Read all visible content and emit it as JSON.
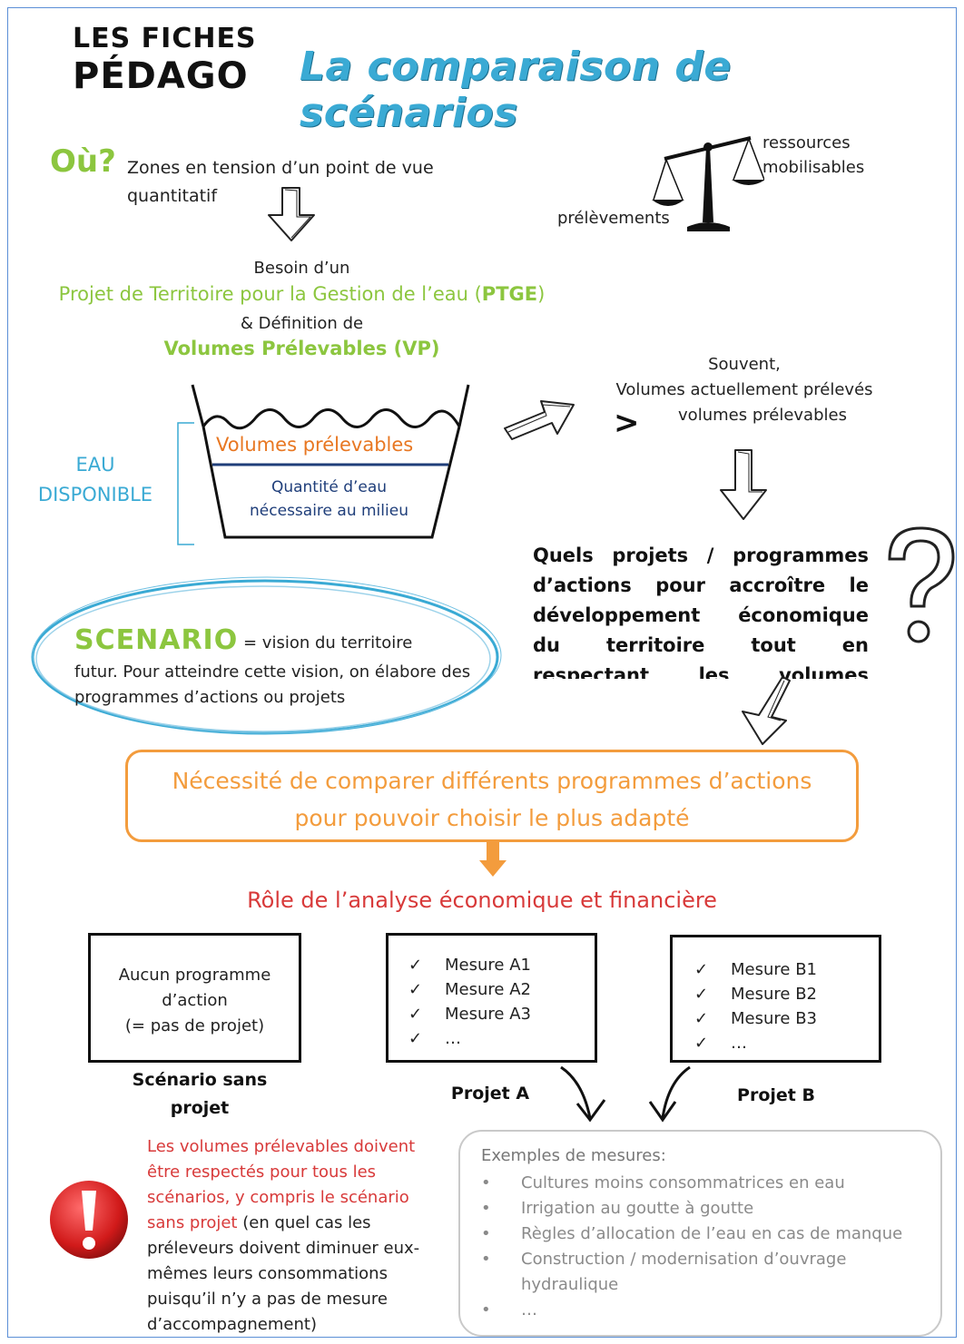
{
  "header": {
    "brand_line1": "LES FICHES",
    "brand_line2": "PÉDAGO",
    "title": "La comparaison de scénarios"
  },
  "where": {
    "question": "Où?",
    "text": "Zones en tension d’un point de vue quantitatif"
  },
  "balance": {
    "label_left": "prélèvements",
    "label_right_1": "ressources",
    "label_right_2": "mobilisables"
  },
  "need": {
    "line1": "Besoin d’un",
    "ptge": "Projet de Territoire pour la Gestion de l’eau (",
    "ptge_abbr": "PTGE",
    "ptge_close": ")",
    "line3": "& Définition de",
    "vp": "Volumes Prélevables (",
    "vp_abbr": "VP",
    "vp_close": ")"
  },
  "basin": {
    "eau_line1": "EAU",
    "eau_line2": "DISPONIBLE",
    "volumes": "Volumes prélevables",
    "quantite_line1": "Quantité d’eau",
    "quantite_line2": "nécessaire au milieu"
  },
  "often": {
    "line1": "Souvent,",
    "line2": "Volumes actuellement prélevés",
    "gt": ">",
    "line3": "volumes prélevables"
  },
  "question_block": {
    "text": "Quels projets / programmes d’actions pour accroître le développement économique du territoire tout en respectant les volumes prélevables"
  },
  "scenario": {
    "title": "SCENARIO",
    "eq": "= vision du territoire",
    "body": "futur. Pour atteindre cette vision, on élabore des programmes d’actions ou projets"
  },
  "necessity": {
    "line1": "Nécessité de comparer différents programmes d’actions",
    "line2": "pour pouvoir choisir le plus adapté"
  },
  "role": "Rôle de l’analyse économique et financière",
  "scenarios": {
    "none_text_1": "Aucun programme",
    "none_text_2": "d’action",
    "none_text_3": "(= pas de projet)",
    "none_caption_1": "Scénario sans",
    "none_caption_2": "projet",
    "a_items": [
      "Mesure A1",
      "Mesure A2",
      "Mesure A3",
      "…"
    ],
    "a_caption": "Projet A",
    "b_items": [
      "Mesure B1",
      "Mesure B2",
      "Mesure B3",
      "…"
    ],
    "b_caption": "Projet B",
    "check": "✓"
  },
  "warning": {
    "red": "Les volumes prélevables doivent être respectés pour tous les scénarios, y compris le scénario sans projet",
    "rest": " (en quel cas les préleveurs doivent diminuer eux-mêmes leurs consommations puisqu’il n’y a pas de mesure d’accompagnement)"
  },
  "examples": {
    "title": "Exemples de mesures:",
    "bullet": "•",
    "items": [
      "Cultures moins consommatrices en eau",
      "Irrigation au goutte à goutte",
      "Règles d’allocation de l’eau en cas de manque",
      "Construction / modernisation d’ouvrage hydraulique",
      "…"
    ]
  },
  "colors": {
    "green": "#8cc63f",
    "blue": "#3aaad4",
    "orange": "#f39c3d",
    "red": "#d83a3a",
    "navy": "#1f3e7a"
  },
  "icons": [
    "scale-icon",
    "down-arrow-icon",
    "right-arrow-icon",
    "question-mark-icon",
    "exclamation-icon",
    "curved-arrow-icon"
  ]
}
